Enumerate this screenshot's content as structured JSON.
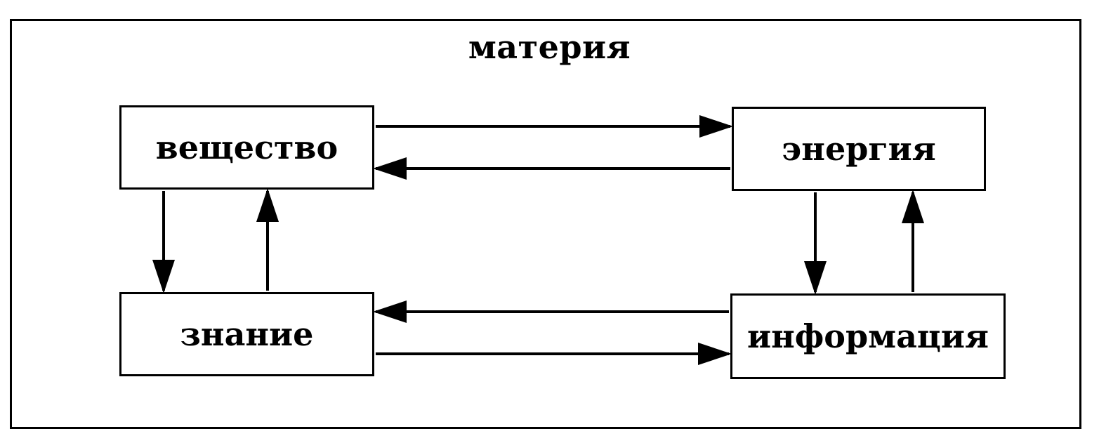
{
  "diagram": {
    "title": "материя",
    "nodes": {
      "substance": "вещество",
      "energy": "энергия",
      "knowledge": "знание",
      "information": "информация"
    },
    "edges": [
      {
        "from": "вещество",
        "to": "энергия"
      },
      {
        "from": "энергия",
        "to": "вещество"
      },
      {
        "from": "вещество",
        "to": "знание"
      },
      {
        "from": "знание",
        "to": "вещество"
      },
      {
        "from": "энергия",
        "to": "информация"
      },
      {
        "from": "информация",
        "to": "энергия"
      },
      {
        "from": "информация",
        "to": "знание"
      },
      {
        "from": "знание",
        "to": "информация"
      }
    ]
  }
}
